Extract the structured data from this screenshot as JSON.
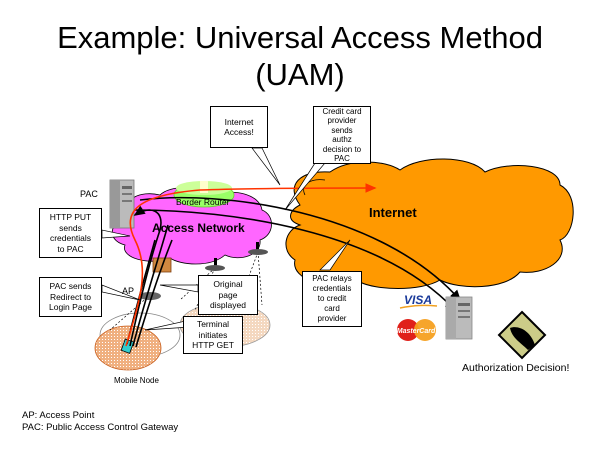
{
  "title": {
    "line1": "Example: Universal Access Method",
    "line2": "(UAM)"
  },
  "clouds": {
    "internet": {
      "label": "Internet",
      "color": "#FF9900"
    },
    "access_network": {
      "label": "Access Network",
      "color": "#FF66FF"
    }
  },
  "nodes": {
    "pac": "PAC",
    "border_router": "Border Router",
    "ap": "AP",
    "mobile_node": "Mobile Node",
    "authorization": "Authorization Decision!",
    "visa": "VISA",
    "mastercard": "MasterCard"
  },
  "callouts": {
    "internet_access": [
      "Internet",
      "Access!"
    ],
    "credit_card_provider": [
      "Credit card",
      "provider",
      "sends",
      "authz",
      "decision to",
      "PAC"
    ],
    "http_put": [
      "HTTP PUT",
      "sends",
      "credentials",
      "to PAC"
    ],
    "pac_redirect": [
      "PAC sends",
      "Redirect to",
      "Login Page"
    ],
    "original_page": [
      "Original",
      "page",
      "displayed"
    ],
    "terminal_get": [
      "Terminal",
      "initiates",
      "HTTP GET"
    ],
    "pac_relays": [
      "PAC relays",
      "credentials",
      "to credit",
      "card",
      "provider"
    ]
  },
  "legend": [
    "AP: Access Point",
    "PAC: Public Access Control Gateway"
  ],
  "colors": {
    "flow_red": "#FF3300",
    "router_green": "#99FF66",
    "coverage_orange": "#F5A060"
  }
}
